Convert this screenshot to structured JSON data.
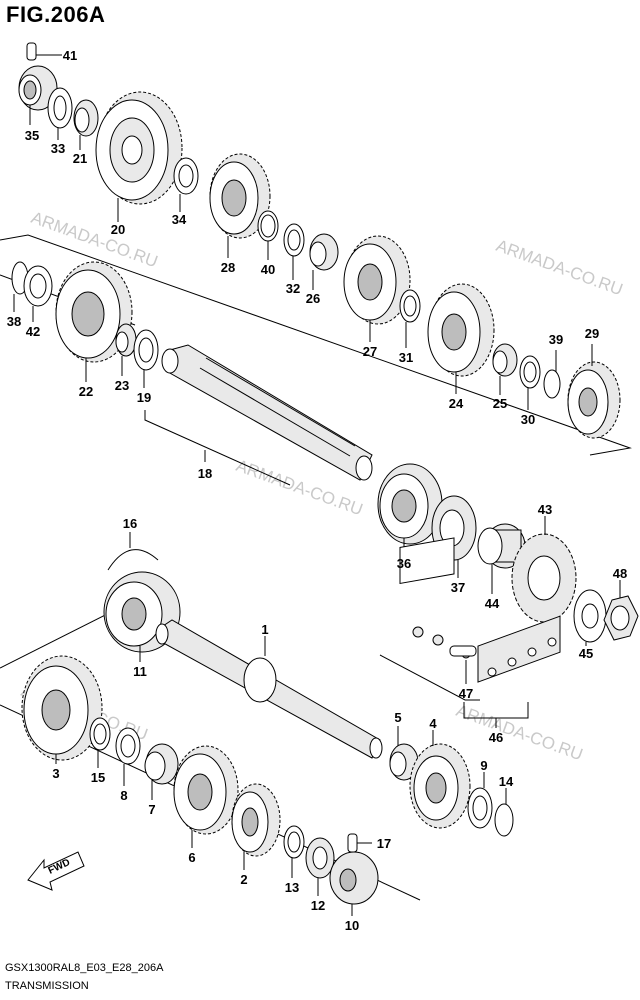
{
  "title": "FIG.206A",
  "footer": {
    "code": "GSX1300RAL8_E03_E28_206A",
    "name": "TRANSMISSION"
  },
  "watermark": "ARMADA-CO.RU",
  "fwd_label": "FWD",
  "part_labels": {
    "p1": "1",
    "p2": "2",
    "p3": "3",
    "p4": "4",
    "p5": "5",
    "p6": "6",
    "p7": "7",
    "p8": "8",
    "p9": "9",
    "p10": "10",
    "p11": "11",
    "p12": "12",
    "p13": "13",
    "p14": "14",
    "p15": "15",
    "p16": "16",
    "p17": "17",
    "p18": "18",
    "p19": "19",
    "p20": "20",
    "p21": "21",
    "p22": "22",
    "p23": "23",
    "p24": "24",
    "p25": "25",
    "p26": "26",
    "p27": "27",
    "p28": "28",
    "p29": "29",
    "p30": "30",
    "p31": "31",
    "p32": "32",
    "p33": "33",
    "p34": "34",
    "p35": "35",
    "p36": "36",
    "p37": "37",
    "p38": "38",
    "p39": "39",
    "p40": "40",
    "p41": "41",
    "p42": "42",
    "p43": "43",
    "p44": "44",
    "p45": "45",
    "p46": "46",
    "p47": "47",
    "p48": "48"
  }
}
